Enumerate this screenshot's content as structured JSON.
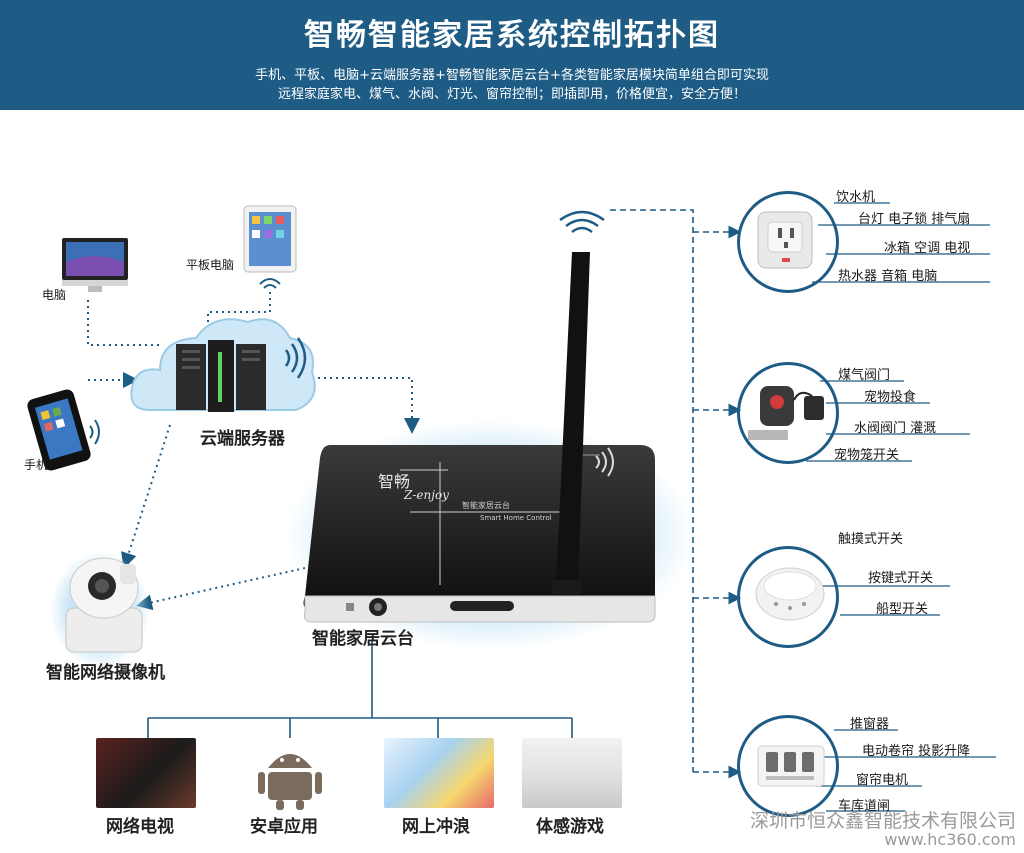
{
  "header": {
    "title": "智畅智能家居系统控制拓扑图",
    "subtitle_line1": "手机、平板、电脑+云端服务器+智畅智能家居云台+各类智能家居模块简单组合即可实现",
    "subtitle_line2": "远程家庭家电、煤气、水阀、灯光、窗帘控制；即插即用，价格便宜，安全方便！"
  },
  "clients": {
    "computer": "电脑",
    "tablet": "平板电脑",
    "phone": "手机"
  },
  "cloud_server": "云端服务器",
  "camera": "智能网络摄像机",
  "hub": {
    "label": "智能家居云台",
    "logo_cn": "智畅",
    "logo_en": "Z-enjoy",
    "model_cn": "智能家居云台",
    "model_en": "Smart Home Control"
  },
  "modules": {
    "socket": [
      "饮水机",
      "台灯 电子锁 排气扇",
      "冰箱 空调 电视",
      "热水器 音箱 电脑"
    ],
    "valve": [
      "煤气阀门",
      "宠物投食",
      "水阀阀门 灌溉",
      "宠物笼开关"
    ],
    "switch": [
      "触摸式开关",
      "按键式开关",
      "船型开关"
    ],
    "curtain": [
      "推窗器",
      "电动卷帘 投影升降",
      "窗帘电机",
      "车库道闸"
    ]
  },
  "apps": [
    "网络电视",
    "安卓应用",
    "网上冲浪",
    "体感游戏"
  ],
  "watermark": {
    "company": "深圳市恒众鑫智能技术有限公司",
    "site": "www.hc360.com"
  },
  "colors": {
    "header_bg": "#1e5c86",
    "line": "#1e5c86",
    "cloud": "#cfe8f7"
  }
}
